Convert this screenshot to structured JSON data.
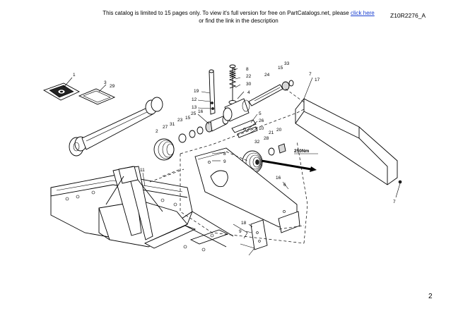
{
  "notice": {
    "line1_prefix": "This catalog is limited to 15 pages only. To view it's full version for free on PartCatalogs.net, please ",
    "link_text": "click here",
    "line2": "or find the link in the description"
  },
  "diagram_code": "Z10R2276_A",
  "page_number": "2",
  "torque_label": "250Nm",
  "callouts": [
    "1",
    "3",
    "29",
    "8",
    "22",
    "30",
    "4",
    "19",
    "12",
    "13",
    "25",
    "15",
    "16",
    "23",
    "31",
    "27",
    "2",
    "24",
    "15",
    "33",
    "5",
    "26",
    "10",
    "21",
    "20",
    "32",
    "28",
    "7",
    "17",
    "11",
    "8",
    "9",
    "16",
    "6",
    "18",
    "9",
    "7"
  ]
}
